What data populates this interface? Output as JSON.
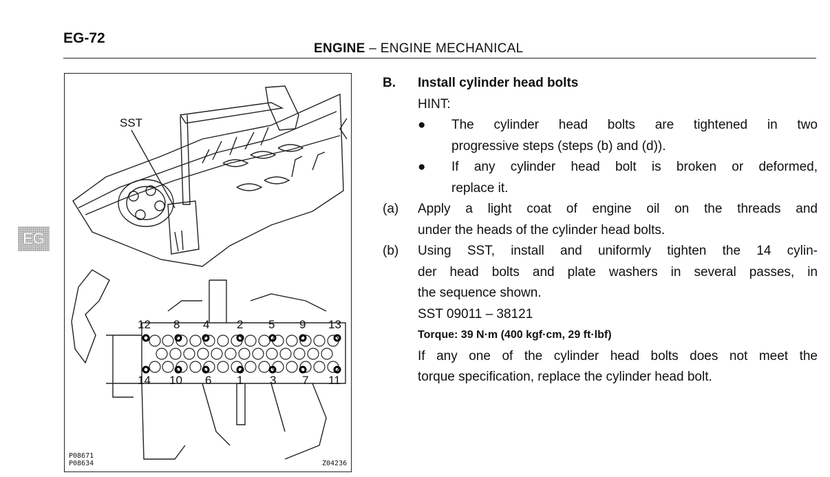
{
  "header": {
    "page_number": "EG-72",
    "section": "ENGINE",
    "separator": "–",
    "subsection": "ENGINE MECHANICAL"
  },
  "side_tab": "EG",
  "figure": {
    "sst_label": "SST",
    "bolt_numbers_top": [
      "12",
      "8",
      "4",
      "2",
      "5",
      "9",
      "13"
    ],
    "bolt_numbers_bottom": [
      "14",
      "10",
      "6",
      "1",
      "3",
      "7",
      "11"
    ],
    "code_left_1": "P08671",
    "code_left_2": "P08634",
    "code_right": "Z04236"
  },
  "content": {
    "step_letter": "B.",
    "step_title": "Install cylinder head bolts",
    "hint": "HINT:",
    "bullet_1_line_1": "The cylinder head bolts are tightened in two",
    "bullet_1_line_2": "progressive steps (steps (b) and (d)).",
    "bullet_2_line_1": "If any cylinder head bolt is broken or deformed,",
    "bullet_2_line_2": "replace it.",
    "item_a_label": "(a)",
    "item_a_line_1": "Apply a light coat of engine oil on the threads and",
    "item_a_line_2": "under the heads of the cylinder head bolts.",
    "item_b_label": "(b)",
    "item_b_line_1": "Using SST, install and uniformly tighten the 14 cylin-",
    "item_b_line_2": "der head bolts and plate washers in several passes, in",
    "item_b_line_3": "the sequence shown.",
    "sst_number": "SST 09011 – 38121",
    "torque": "Torque: 39 N·m (400 kgf·cm, 29 ft·lbf)",
    "note_line_1": "If any one of the cylinder head bolts does not meet the",
    "note_line_2": "torque specification, replace the cylinder head bolt."
  }
}
